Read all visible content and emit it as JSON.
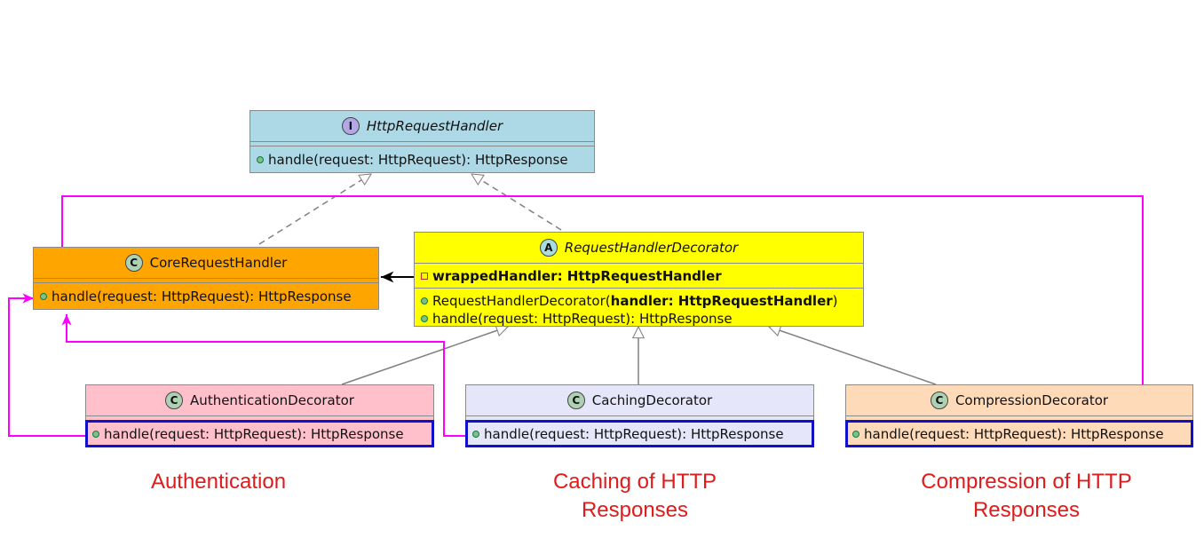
{
  "classes": {
    "http_request_handler": {
      "stereotype": "I",
      "name": "HttpRequestHandler",
      "methods": [
        "handle(request: HttpRequest): HttpResponse"
      ]
    },
    "core_request_handler": {
      "stereotype": "C",
      "name": "CoreRequestHandler",
      "methods": [
        "handle(request: HttpRequest): HttpResponse"
      ]
    },
    "request_handler_decorator": {
      "stereotype": "A",
      "name": "RequestHandlerDecorator",
      "field": "wrappedHandler: HttpRequestHandler",
      "ctor_prefix": "RequestHandlerDecorator(",
      "ctor_param": "handler: HttpRequestHandler",
      "ctor_suffix": ")",
      "method": "handle(request: HttpRequest): HttpResponse"
    },
    "authentication_decorator": {
      "stereotype": "C",
      "name": "AuthenticationDecorator",
      "method": "handle(request: HttpRequest): HttpResponse"
    },
    "caching_decorator": {
      "stereotype": "C",
      "name": "CachingDecorator",
      "method": "handle(request: HttpRequest): HttpResponse"
    },
    "compression_decorator": {
      "stereotype": "C",
      "name": "CompressionDecorator",
      "method": "handle(request: HttpRequest): HttpResponse"
    }
  },
  "captions": {
    "authentication": "Authentication",
    "caching": [
      "Caching of HTTP",
      "Responses"
    ],
    "compression": [
      "Compression of HTTP",
      "Responses"
    ]
  },
  "colors": {
    "interface_fill": "#add8e6",
    "core_fill": "#ffa500",
    "decorator_fill": "#ffff00",
    "auth_fill": "#ffc0cb",
    "caching_fill": "#e6e6fa",
    "compression_fill": "#ffdab9",
    "call_flow": "#ff00ff",
    "highlight": "#1010c8",
    "caption": "#e01b1b"
  }
}
